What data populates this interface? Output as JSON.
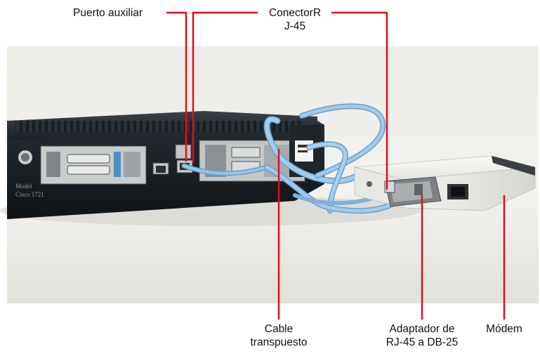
{
  "labels": {
    "aux_port": "Puerto auxiliar",
    "rj45_line1": "ConectorR",
    "rj45_line2": "J-45",
    "cable_line1": "Cable",
    "cable_line2": "transpuesto",
    "adapter_line1": "Adaptador de",
    "adapter_line2": "RJ-45 a DB-25",
    "modem": "Módem"
  },
  "router_badge": {
    "line1": "Model",
    "line2": "Cisco 1721"
  },
  "colors": {
    "leader": "#e0101a",
    "cable": "#8fc0e6",
    "router_body": "#20262c",
    "modem_body": "#ededea",
    "photo_bg": "#f1f0ec"
  }
}
